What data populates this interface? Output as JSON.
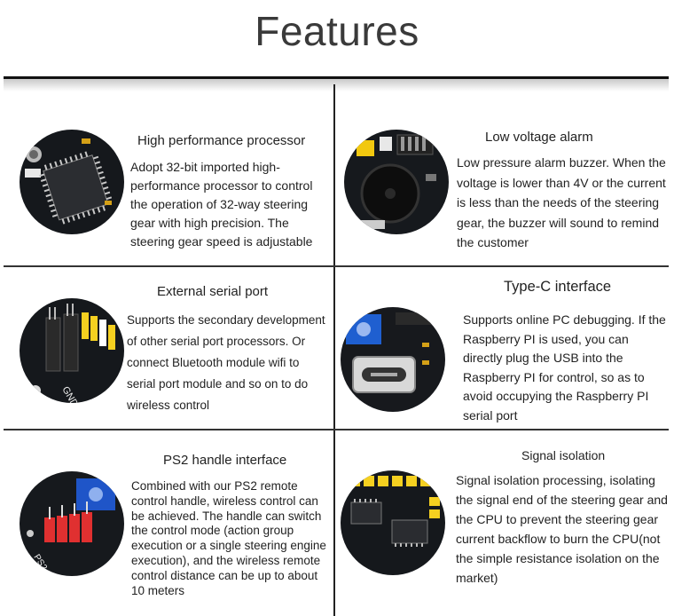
{
  "title": "Features",
  "features": [
    {
      "heading": "High performance processor",
      "body": "Adopt 32-bit imported high-performance processor to control the operation of 32-way steering gear with high precision. The steering gear speed is adjustable",
      "icon": "chip-image"
    },
    {
      "heading": "Low voltage alarm",
      "body": "Low pressure alarm buzzer. When the voltage is lower than 4V or the current is less than the needs of the steering gear, the buzzer will sound to remind the customer",
      "icon": "buzzer-image"
    },
    {
      "heading": "External serial port",
      "body": "Supports the secondary development of other serial port processors. Or connect Bluetooth module wifi to serial port module and so on to do wireless control",
      "icon": "serial-port-image"
    },
    {
      "heading": "Type-C interface",
      "body": "Supports online PC debugging. If the Raspberry PI is used, you can directly plug the USB into the Raspberry PI for control, so as to avoid occupying the Raspberry PI serial port",
      "icon": "usb-c-image"
    },
    {
      "heading": "PS2 handle interface",
      "body": "Combined with our PS2 remote control handle, wireless control can be achieved. The handle can switch the control mode (action group execution or a single steering engine execution), and the wireless remote control distance can be up to about 10 meters",
      "icon": "ps2-header-image"
    },
    {
      "heading": "Signal isolation",
      "body": "Signal isolation processing, isolating the signal end of the steering gear and the CPU to prevent the steering gear current backflow to burn the CPU(not the simple resistance isolation on the market)",
      "icon": "isolation-chips-image"
    }
  ]
}
